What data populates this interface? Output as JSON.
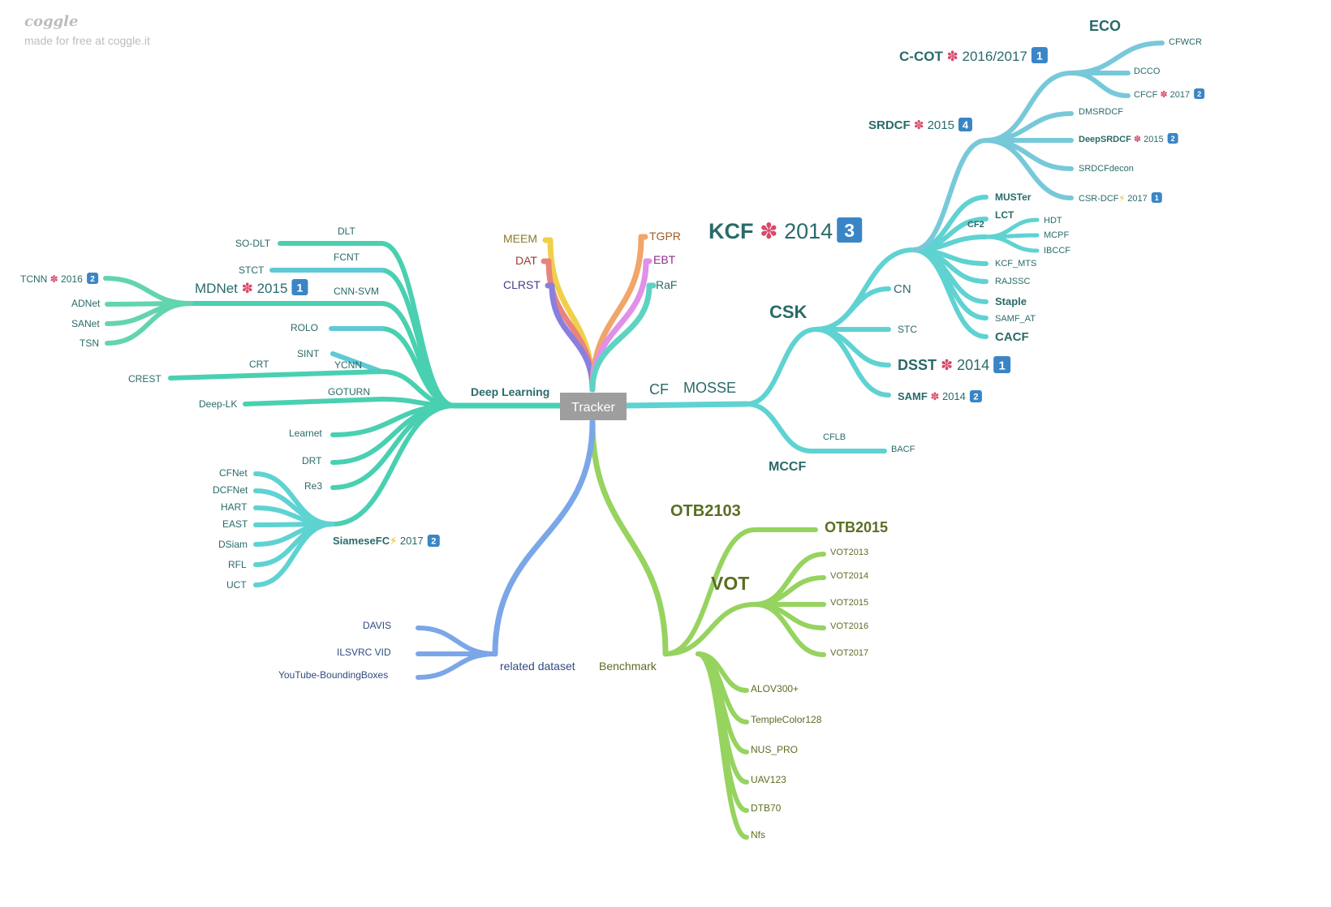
{
  "brand": {
    "logo": "coggle",
    "made_with": "made for free at coggle.it"
  },
  "root": {
    "label": "Tracker",
    "fill": "#9e9e9e",
    "text_color": "#ffffff"
  },
  "colors": {
    "dl_branch": "#49d0b0",
    "cf_branch": "#5fd2d2",
    "kcf_branch": "#77c9d9",
    "bench_branch": "#96d35f",
    "dataset_branch": "#7ba6e8",
    "text_teal": "#2a6a6a",
    "text_olive": "#5a6e22",
    "text_blue": "#324a82",
    "badge": "#3a85c6",
    "meem": "#f0cf4a",
    "dat": "#e8847c",
    "clrst": "#8a7ee0",
    "tgpr": "#f0a56a",
    "ebt": "#e090ea",
    "raf": "#5ed3c3"
  },
  "labels": {
    "deep_learning": "Deep Learning",
    "cf": "CF",
    "mosse": "MOSSE",
    "csk": "CSK",
    "cn": "CN",
    "stc": "STC",
    "dsst": "DSST",
    "samf": "SAMF",
    "mccf": "MCCF",
    "cflb": "CFLB",
    "bacf": "BACF",
    "kcf": "KCF",
    "cf2": "CF2",
    "muster": "MUSTer",
    "lct": "LCT",
    "hdt": "HDT",
    "mcpf": "MCPF",
    "ibccf": "IBCCF",
    "kcf_mts": "KCF_MTS",
    "rajssc": "RAJSSC",
    "staple": "Staple",
    "samf_at": "SAMF_AT",
    "cacf": "CACF",
    "srdcf": "SRDCF",
    "dmsrdcf": "DMSRDCF",
    "deepsrdcf": "DeepSRDCF",
    "srdcfdecon": "SRDCFdecon",
    "csr_dcf": "CSR-DCF",
    "c_cot": "C-COT",
    "eco": "ECO",
    "cfwcr": "CFWCR",
    "dcco": "DCCO",
    "cfcf": "CFCF",
    "meem": "MEEM",
    "dat": "DAT",
    "clrst": "CLRST",
    "tgpr": "TGPR",
    "ebt": "EBT",
    "raf": "RaF",
    "dlt": "DLT",
    "so_dlt": "SO-DLT",
    "fcnt": "FCNT",
    "stct": "STCT",
    "cnn_svm": "CNN-SVM",
    "mdnet": "MDNet",
    "tcnn": "TCNN",
    "adnet": "ADNet",
    "sanet": "SANet",
    "tsn": "TSN",
    "rolo": "ROLO",
    "sint": "SINT",
    "ycnn": "YCNN",
    "crt": "CRT",
    "crest": "CREST",
    "goturn": "GOTURN",
    "deep_lk": "Deep-LK",
    "learnet": "Learnet",
    "drt": "DRT",
    "re3": "Re3",
    "siamesefc": "SiameseFC",
    "cfnet": "CFNet",
    "dcfnet": "DCFNet",
    "hart": "HART",
    "east": "EAST",
    "dsiam": "DSiam",
    "rfl": "RFL",
    "uct": "UCT",
    "related_dataset": "related dataset",
    "davis": "DAVIS",
    "ilsvrc_vid": "ILSVRC VID",
    "youtube_bb": "YouTube-BoundingBoxes",
    "benchmark": "Benchmark",
    "otb2103": "OTB2103",
    "otb2015": "OTB2015",
    "vot": "VOT",
    "vot2013": "VOT2013",
    "vot2014": "VOT2014",
    "vot2015": "VOT2015",
    "vot2016": "VOT2016",
    "vot2017": "VOT2017",
    "alov300": "ALOV300+",
    "templecolor128": "TempleColor128",
    "nus_pro": "NUS_PRO",
    "uav123": "UAV123",
    "dtb70": "DTB70",
    "nfs": "Nfs"
  },
  "years": {
    "c_cot": "2016/2017",
    "srdcf": "2015",
    "kcf": "2014",
    "dsst": "2014",
    "samf": "2014",
    "deepsrdcf": "2015",
    "cfcf": "2017",
    "csr_dcf": "2017",
    "mdnet": "2015",
    "tcnn": "2016",
    "siamesefc": "2017"
  },
  "badges": {
    "c_cot": "1",
    "srdcf": "4",
    "kcf": "3",
    "dsst": "1",
    "samf": "2",
    "cfcf": "2",
    "deepsrdcf": "2",
    "csr_dcf": "1",
    "mdnet": "1",
    "tcnn": "2",
    "siamesefc": "2"
  },
  "icons": {
    "party": "party-popper-icon",
    "lightning": "lightning-icon"
  }
}
